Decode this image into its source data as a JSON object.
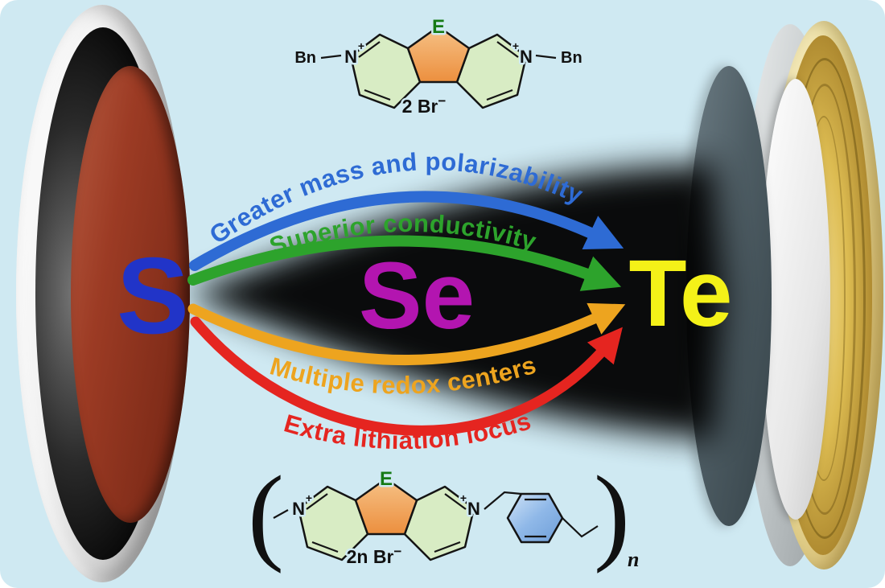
{
  "canvas": {
    "bg": "#cfe9f2"
  },
  "elements": {
    "s": {
      "label": "S",
      "color": "#2134c8"
    },
    "se": {
      "label": "Se",
      "color": "#b315b0"
    },
    "te": {
      "label": "Te",
      "color": "#f4f118"
    }
  },
  "arrows": {
    "mass": {
      "label": "Greater mass and polarizability",
      "color": "#2e6bd4"
    },
    "conductivity": {
      "label": "Superior conductivity",
      "color": "#2da32c"
    },
    "redox": {
      "label": "Multiple redox centers",
      "color": "#eda41f"
    },
    "lithiation": {
      "label": "Extra lithiation locus",
      "color": "#e52520"
    }
  },
  "monomer": {
    "e": "E",
    "bn_left": "Bn",
    "plus_left": "+",
    "n_left": "N",
    "n_right": "N",
    "plus_right": "+",
    "bn_right": "Bn",
    "counterion": "2 Br",
    "charge": "−"
  },
  "polymer": {
    "e": "E",
    "n_left": "N",
    "plus_left": "+",
    "n_right": "N",
    "plus_right": "+",
    "counterion": "2n Br",
    "charge": "−",
    "bracket_left": "(",
    "bracket_right": ")",
    "repeat": "n"
  }
}
